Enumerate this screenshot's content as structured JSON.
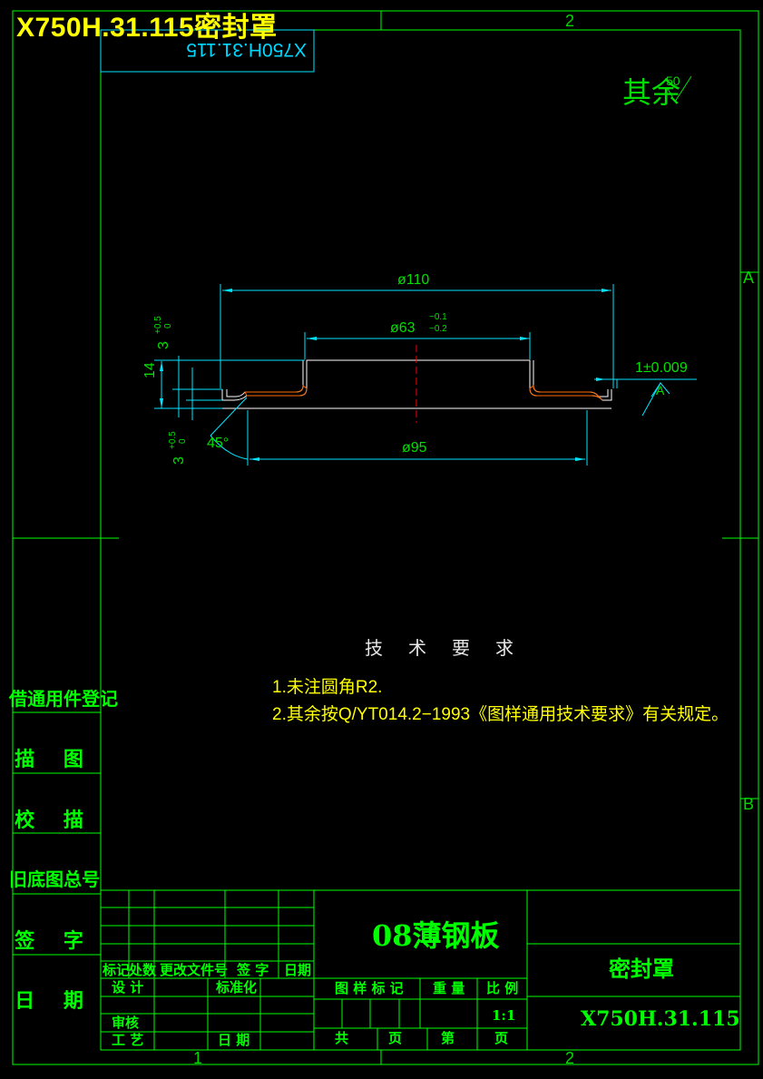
{
  "header": {
    "drawing_title": "X750H.31.115密封罩",
    "mirrored_code": "X750H.31.115",
    "surface_finish_label": "其余",
    "surface_finish_value": "50"
  },
  "zones": {
    "col_top_1": "1",
    "col_top_2": "2",
    "col_bottom_1": "1",
    "col_bottom_2": "2",
    "row_a": "A",
    "row_b": "B"
  },
  "dimensions": {
    "outer_diameter": "ø110",
    "inner_diameter": "ø63",
    "inner_tol_upper": "−0.1",
    "inner_tol_lower": "−0.2",
    "bottom_diameter": "ø95",
    "height": "14",
    "step_upper": "3",
    "step_upper_tol_plus": "+0.5",
    "step_upper_tol_zero": "0",
    "step_lower": "3",
    "step_lower_tol_plus": "+0.5",
    "step_lower_tol_zero": "0",
    "angle": "45°",
    "thickness": "1±0.009",
    "datum": "A"
  },
  "tech_requirements": {
    "title": "技术要求",
    "items": [
      "1.未注圆角R2.",
      "2.其余按Q/YT014.2−1993《图样通用技术要求》有关规定。"
    ]
  },
  "side_panel": {
    "items": [
      "借通用件登记",
      "描 图",
      "校 描",
      "旧底图总号",
      "签 字",
      "日 期"
    ]
  },
  "title_block": {
    "material": "08薄钢板",
    "part_name": "密封罩",
    "drawing_number": "X750H.31.115",
    "rev_headers": [
      "标记",
      "处数",
      "更改文件号",
      "签 字",
      "日期"
    ],
    "design": "设 计",
    "standardization": "标准化",
    "review": "审核",
    "process": "工 艺",
    "date": "日 期",
    "drawing_mark": "图 样 标 记",
    "weight": "重 量",
    "scale_label": "比 例",
    "scale_value": "1:1",
    "total": "共",
    "sheets": "页",
    "sheet_no": "第",
    "page": "页"
  },
  "colors": {
    "frame": "#00ff00",
    "cyan": "#00e5ff",
    "yellow": "#ffff00",
    "red": "#ff0000",
    "white": "#ffffff"
  }
}
